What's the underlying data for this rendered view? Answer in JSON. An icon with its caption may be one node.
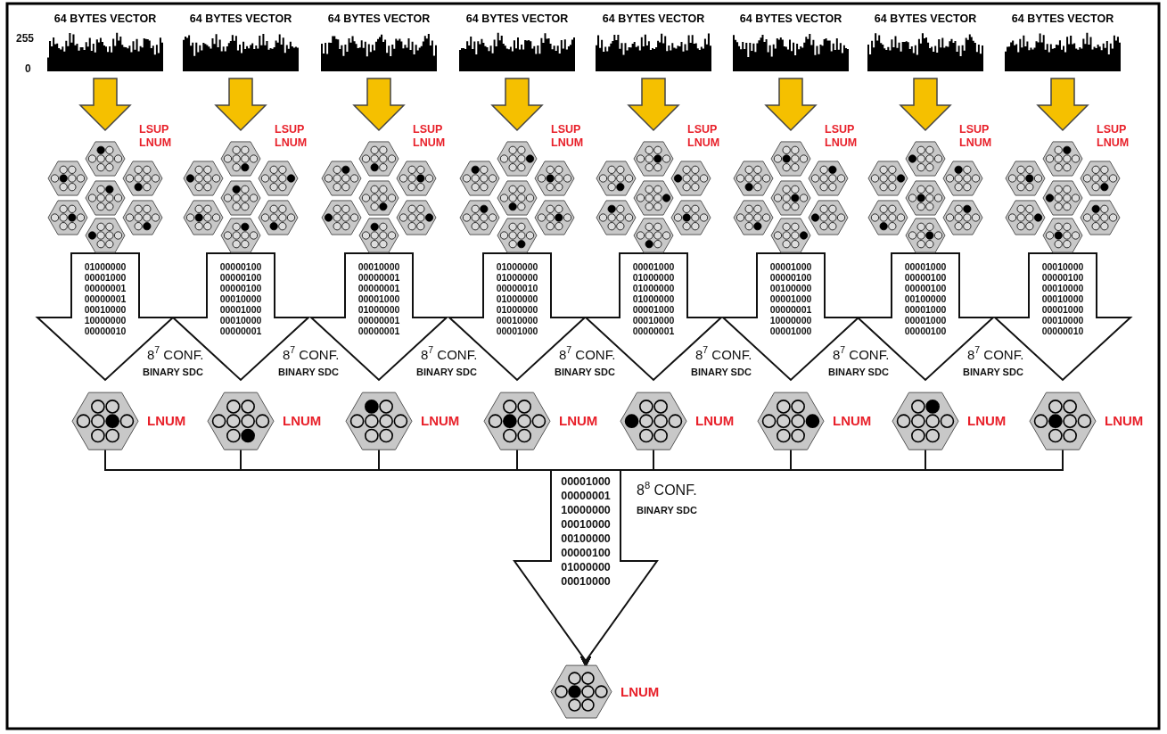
{
  "diagram": {
    "nodes": [
      {
        "text": [
          "64 BYTES VECTOR"
        ]
      },
      {
        "text": [
          "64 BYTES VECTOR"
        ]
      },
      {
        "text": [
          "64 BYTES VECTOR"
        ]
      },
      {
        "text": [
          "64 BYTES VECTOR"
        ]
      },
      {
        "text": [
          "64 BYTES VECTOR"
        ]
      },
      {
        "text": [
          "64 BYTES VECTOR"
        ]
      },
      {
        "text": [
          "64 BYTES VECTOR"
        ]
      },
      {
        "text": [
          "64 BYTES VECTOR"
        ]
      },
      {
        "text": [
          "LSUP LNUM"
        ]
      },
      {
        "text": [
          "LSUP LNUM"
        ]
      },
      {
        "text": [
          "LSUP LNUM"
        ]
      },
      {
        "text": [
          "LSUP LNUM"
        ]
      },
      {
        "text": [
          "LSUP LNUM"
        ]
      },
      {
        "text": [
          "LSUP LNUM"
        ]
      },
      {
        "text": [
          "LSUP LNUM"
        ]
      },
      {
        "text": [
          "LSUP LNUM"
        ]
      },
      {
        "text": [
          "LNUM"
        ]
      },
      {
        "text": [
          "LNUM"
        ]
      },
      {
        "text": [
          "LNUM"
        ]
      },
      {
        "text": [
          "LNUM"
        ]
      },
      {
        "text": [
          "LNUM"
        ]
      },
      {
        "text": [
          "LNUM"
        ]
      },
      {
        "text": [
          "LNUM"
        ]
      },
      {
        "text": [
          "LNUM"
        ]
      },
      {
        "text": [
          "LNUM"
        ]
      }
    ],
    "edges": [
      {
        "from": 0,
        "to": 8,
        "arrow": "to",
        "style": "thick",
        "color": "#f5c000"
      },
      {
        "from": 1,
        "to": 9,
        "arrow": "to",
        "style": "thick",
        "color": "#f5c000"
      },
      {
        "from": 2,
        "to": 10,
        "arrow": "to",
        "style": "thick",
        "color": "#f5c000"
      },
      {
        "from": 3,
        "to": 11,
        "arrow": "to",
        "style": "thick",
        "color": "#f5c000"
      },
      {
        "from": 4,
        "to": 12,
        "arrow": "to",
        "style": "thick",
        "color": "#f5c000"
      },
      {
        "from": 5,
        "to": 13,
        "arrow": "to",
        "style": "thick",
        "color": "#f5c000"
      },
      {
        "from": 6,
        "to": 14,
        "arrow": "to",
        "style": "thick",
        "color": "#f5c000"
      },
      {
        "from": 7,
        "to": 15,
        "arrow": "to",
        "style": "thick",
        "color": "#f5c000"
      },
      {
        "from": 8,
        "to": 16,
        "arrow": "to",
        "style": "thick",
        "label": "01000000 00001000 00000001 00000001 00010000 10000000 00000010"
      },
      {
        "from": 9,
        "to": 17,
        "arrow": "to",
        "style": "thick",
        "label": "00000100 00000100 00000100 00010000 00001000 00010000 00000001"
      },
      {
        "from": 10,
        "to": 18,
        "arrow": "to",
        "style": "thick",
        "label": "00010000 00000001 00000001 00001000 01000000 00000001 00000001"
      },
      {
        "from": 11,
        "to": 19,
        "arrow": "to",
        "style": "thick",
        "label": "01000000 01000000 00000010 01000000 01000000 00010000 00001000"
      },
      {
        "from": 12,
        "to": 20,
        "arrow": "to",
        "style": "thick",
        "label": "00001000 01000000 01000000 01000000 00001000 00010000 00000001"
      },
      {
        "from": 13,
        "to": 21,
        "arrow": "to",
        "style": "thick",
        "label": "00001000 00000100 00100000 00001000 00000001 10000000 00001000"
      },
      {
        "from": 14,
        "to": 22,
        "arrow": "to",
        "style": "thick",
        "label": "00001000 00000100 00000100 00100000 00001000 00001000 00000100"
      },
      {
        "from": 15,
        "to": 23,
        "arrow": "to",
        "style": "thick",
        "label": "00010000 00000100 00010000 00010000 00001000 00010000 00000010"
      },
      {
        "from": 16,
        "to": 24,
        "arrow": "to"
      },
      {
        "from": 17,
        "to": 24,
        "arrow": "to"
      },
      {
        "from": 18,
        "to": 24,
        "arrow": "to"
      },
      {
        "from": 19,
        "to": 24,
        "arrow": "to"
      },
      {
        "from": 20,
        "to": 24,
        "arrow": "to"
      },
      {
        "from": 21,
        "to": 24,
        "arrow": "to"
      },
      {
        "from": 22,
        "to": 24,
        "arrow": "to"
      },
      {
        "from": 23,
        "to": 24,
        "arrow": "to"
      }
    ],
    "labels": [
      "255",
      "0",
      "8$^{7}$ CONF.",
      "BINARY SDC",
      "8$^{7}$ CONF.",
      "BINARY SDC",
      "8$^{7}$ CONF.",
      "BINARY SDC",
      "8$^{7}$ CONF.",
      "BINARY SDC",
      "8$^{7}$ CONF.",
      "BINARY SDC",
      "8$^{7}$ CONF.",
      "BINARY SDC",
      "8$^{7}$ CONF.",
      "BINARY SDC",
      "00001000 00000001 10000000 00010000 00100000 00000100 01000000 00010000",
      "8$^{8}$ CONF.",
      "BINARY SDC"
    ]
  }
}
